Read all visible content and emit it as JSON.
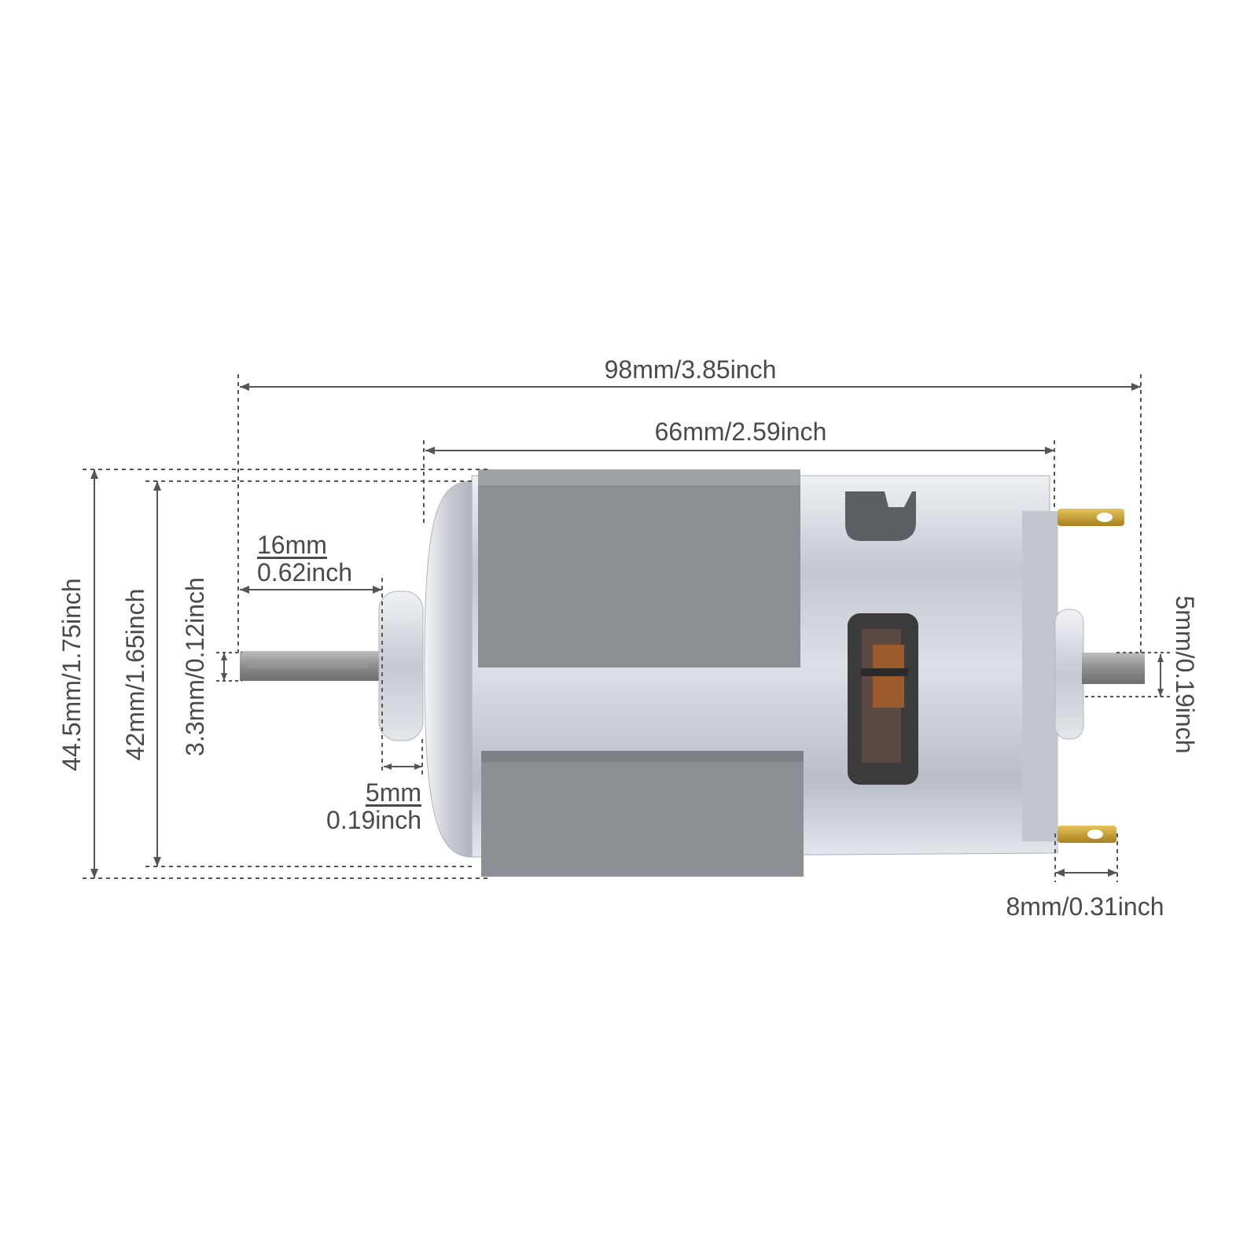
{
  "product": {
    "name_icon": "dc-motor-illustration",
    "colors": {
      "housing": "#c9cdd3",
      "magnet_band": "#8a8d91",
      "shaft": "#8f8f8f",
      "terminal": "#c9a033",
      "dimension_line": "#555555"
    }
  },
  "dimensions": {
    "overall_length": "98mm/3.85inch",
    "body_length": "66mm/2.59inch",
    "overall_height": "44.5mm/1.75inch",
    "body_diameter": "42mm/1.65inch",
    "shaft_diameter_left": "3.3mm/0.12inch",
    "shaft_length_left_mm": "16mm",
    "shaft_length_left_inch": "0.62inch",
    "boss_length_mm": "5mm",
    "boss_length_inch": "0.19inch",
    "shaft_diameter_right": "5mm/0.19inch",
    "terminal_length": "8mm/0.31inch"
  }
}
